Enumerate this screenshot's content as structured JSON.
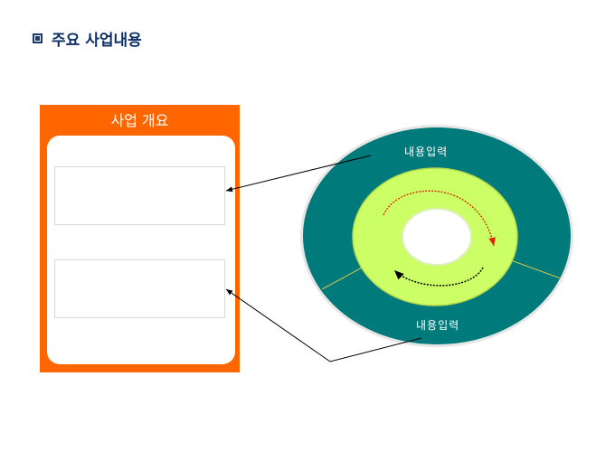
{
  "title": "주요 사업내용",
  "panel": {
    "title": "사업 개요"
  },
  "ring": {
    "top_label": "내용입력",
    "bottom_label": "내용입력"
  },
  "colors": {
    "orange": "#ff6600",
    "teal": "#007a7a",
    "lime": "#ccff66",
    "title": "#0e2f66"
  }
}
